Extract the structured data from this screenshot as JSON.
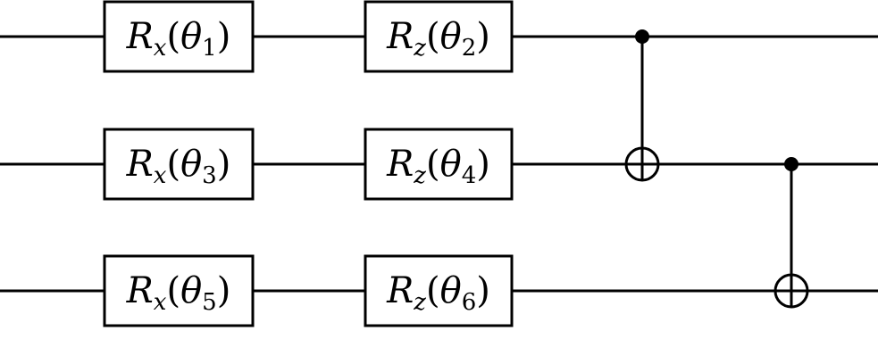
{
  "circuit": {
    "qubits": 3,
    "gates": [
      {
        "name": "R",
        "axis": "x",
        "param_symbol": "θ",
        "param_index": "1",
        "qubit": 0,
        "column": 0
      },
      {
        "name": "R",
        "axis": "z",
        "param_symbol": "θ",
        "param_index": "2",
        "qubit": 0,
        "column": 1
      },
      {
        "name": "R",
        "axis": "x",
        "param_symbol": "θ",
        "param_index": "3",
        "qubit": 1,
        "column": 0
      },
      {
        "name": "R",
        "axis": "z",
        "param_symbol": "θ",
        "param_index": "4",
        "qubit": 1,
        "column": 1
      },
      {
        "name": "R",
        "axis": "x",
        "param_symbol": "θ",
        "param_index": "5",
        "qubit": 2,
        "column": 0
      },
      {
        "name": "R",
        "axis": "z",
        "param_symbol": "θ",
        "param_index": "6",
        "qubit": 2,
        "column": 1
      }
    ],
    "cnots": [
      {
        "control": 0,
        "target": 1,
        "column": 2
      },
      {
        "control": 1,
        "target": 2,
        "column": 3
      }
    ],
    "colors": {
      "line": "#000000",
      "background": "#ffffff"
    }
  }
}
